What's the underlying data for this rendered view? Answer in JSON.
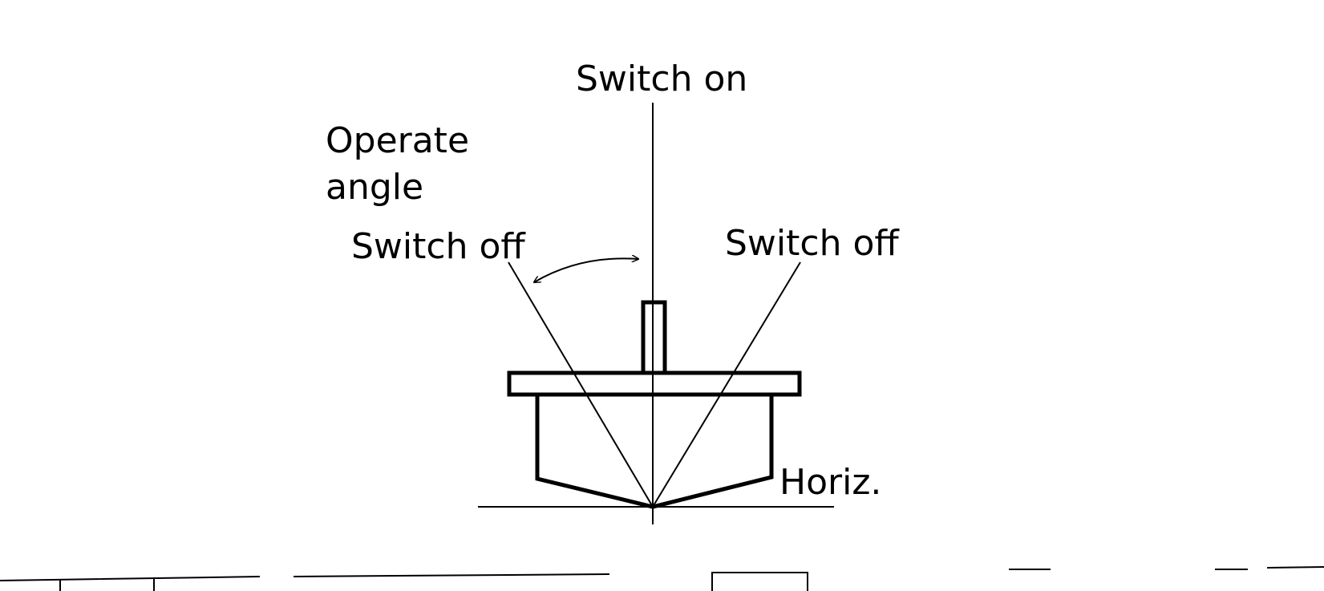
{
  "labels": {
    "switch_on": "Switch on",
    "operate_angle_line1": "Operate",
    "operate_angle_line2": "angle",
    "switch_off_left": "Switch off",
    "switch_off_right": "Switch off",
    "horiz": "Horiz."
  },
  "colors": {
    "stroke": "#000000",
    "background": "#ffffff"
  }
}
